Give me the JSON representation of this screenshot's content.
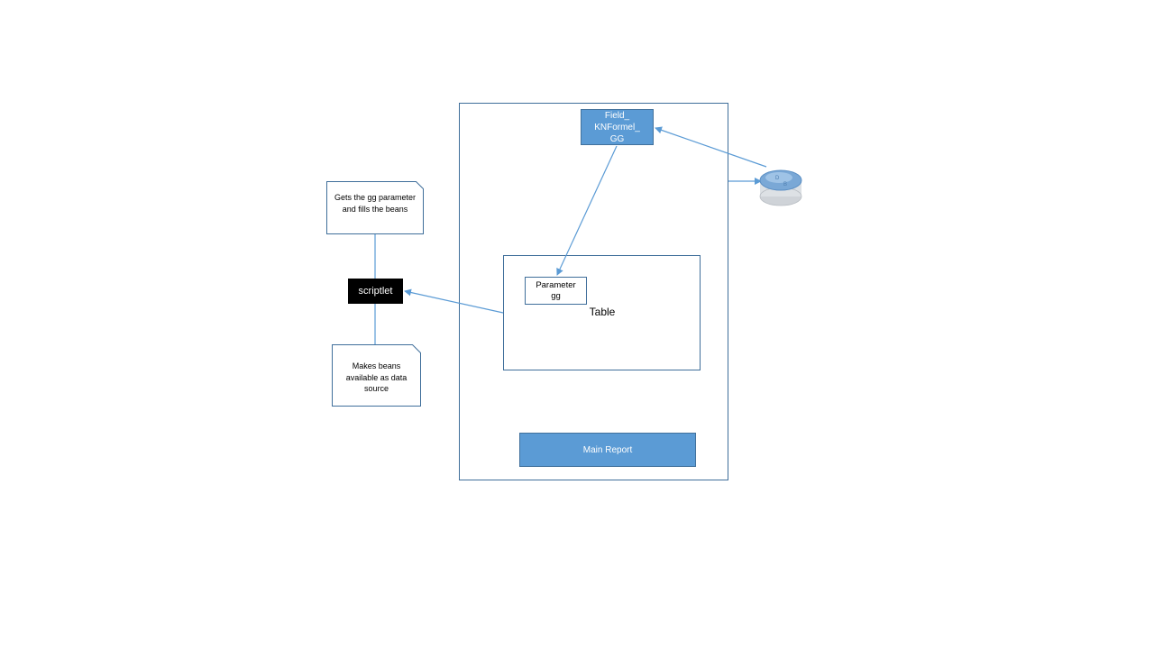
{
  "diagram": {
    "field_box": {
      "lines": [
        "Field_",
        "KNFormel_",
        "GG"
      ]
    },
    "parameter_box": {
      "lines": [
        "Parameter",
        "gg"
      ]
    },
    "table_label": "Table",
    "main_report_label": "Main Report",
    "scriptlet_label": "scriptlet",
    "note_top": "Gets the gg parameter and fills the beans",
    "note_bottom": "Makes beans available as data source",
    "database_letters": [
      "D",
      "B"
    ]
  },
  "colors": {
    "box_blue": "#5b9bd5",
    "border_blue": "#41719c",
    "line_blue": "#5b9bd5",
    "scriptlet_black": "#000000"
  }
}
